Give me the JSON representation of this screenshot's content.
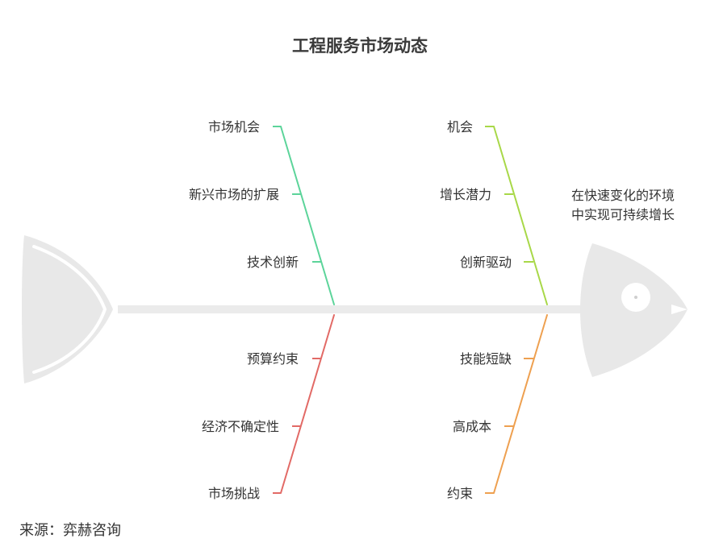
{
  "title": "工程服务市场动态",
  "effect": [
    "在快速变化的环境",
    "中实现可持续增长"
  ],
  "source": "来源：弈赫咨询",
  "colors": {
    "spine": "#ebebeb",
    "fish": "#e8e8e8",
    "branch_top_left": "#5cd49a",
    "branch_top_right": "#a8d848",
    "branch_bottom_left": "#e26a66",
    "branch_bottom_right": "#eea050"
  },
  "branches": {
    "top_left": [
      "市场机会",
      "新兴市场的扩展",
      "技术创新"
    ],
    "top_right": [
      "机会",
      "增长潜力",
      "创新驱动"
    ],
    "bottom_left": [
      "预算约束",
      "经济不确定性",
      "市场挑战"
    ],
    "bottom_right": [
      "技能短缺",
      "高成本",
      "约束"
    ]
  }
}
